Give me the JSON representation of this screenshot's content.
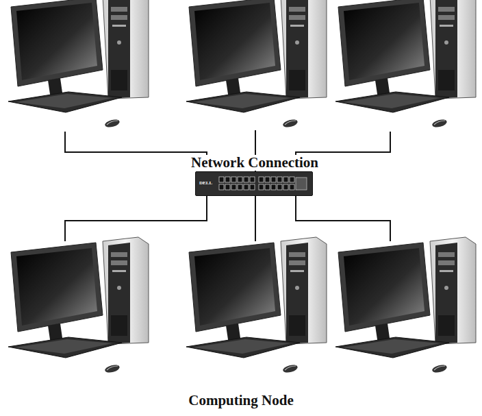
{
  "diagram": {
    "caption": "Computing Node",
    "nodes": [
      {
        "text": [
          "Network Connection",
          "DELL"
        ]
      }
    ]
  }
}
